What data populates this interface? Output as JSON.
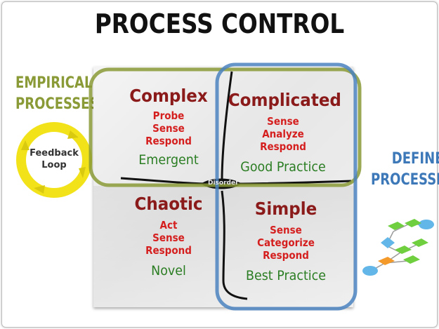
{
  "title": "PROCESS CONTROL",
  "empirical": {
    "line1": "EMPIRICAL",
    "line2": "PROCESSES"
  },
  "defined": {
    "line1": "DEFINED",
    "line2": "PROCESSES"
  },
  "feedback": {
    "line1": "Feedback",
    "line2": "Loop"
  },
  "quadrants": {
    "complex": {
      "name": "Complex",
      "steps": [
        "Probe",
        "Sense",
        "Respond"
      ],
      "practice": "Emergent"
    },
    "complicated": {
      "name": "Complicated",
      "steps": [
        "Sense",
        "Analyze",
        "Respond"
      ],
      "practice": "Good Practice"
    },
    "chaotic": {
      "name": "Chaotic",
      "steps": [
        "Act",
        "Sense",
        "Respond"
      ],
      "practice": "Novel"
    },
    "simple": {
      "name": "Simple",
      "steps": [
        "Sense",
        "Categorize",
        "Respond"
      ],
      "practice": "Best Practice"
    }
  },
  "center": "Disorder",
  "colors": {
    "empirical": "#8a9a36",
    "defined": "#3d78b8",
    "quadrant_name": "#8b1a1a",
    "steps": "#d51f1f",
    "practice": "#2a7d22",
    "loop": "#f2e21a"
  }
}
